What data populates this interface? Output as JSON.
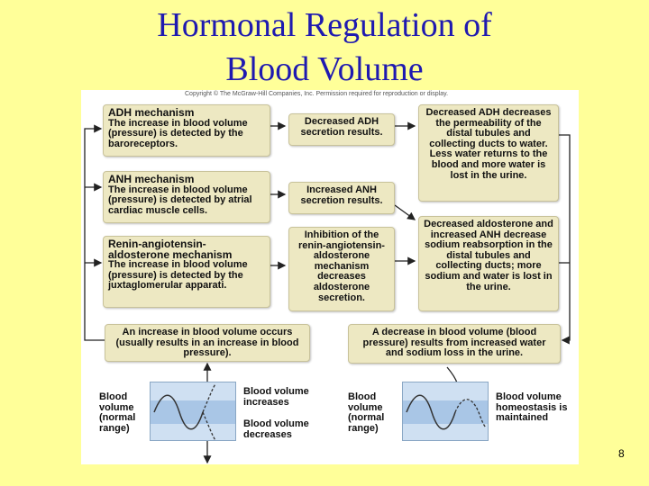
{
  "slide": {
    "title_line1": "Hormonal Regulation of",
    "title_line2": "Blood Volume",
    "page_number": "8"
  },
  "figure": {
    "copyright": "Copyright © The McGraw-Hill Companies, Inc. Permission required for reproduction or display.",
    "adh_box": {
      "heading": "ADH mechanism",
      "text": "The increase in blood volume (pressure) is detected by the baroreceptors."
    },
    "anh_box": {
      "heading": "ANH mechanism",
      "text": "The increase in blood volume (pressure) is detected by atrial cardiac muscle cells."
    },
    "renin_box": {
      "heading": "Renin-angiotensin-aldosterone mechanism",
      "text": "The increase in blood volume (pressure) is detected by the juxtaglomerular apparati."
    },
    "adh_result": "Decreased ADH secretion results.",
    "anh_result": "Increased ANH secretion results.",
    "renin_result": "Inhibition of the renin-angiotensin-aldosterone mechanism decreases aldosterone secretion.",
    "adh_effect": "Decreased ADH decreases the permeability of the distal tubules and collecting ducts to water. Less water returns to the blood and more water is lost in the urine.",
    "aldosterone_effect": "Decreased aldosterone and increased ANH decrease sodium reabsorption in the distal tubules and collecting ducts; more sodium and water is lost in the urine.",
    "increase_box": "An increase in blood volume occurs (usually results in an increase in blood pressure).",
    "decrease_box": "A decrease in blood volume (blood pressure) results from increased water and sodium loss in the urine.",
    "graph_left": {
      "axis_label": "Blood volume (normal range)",
      "up_label": "Blood volume increases",
      "down_label": "Blood volume decreases"
    },
    "graph_right": {
      "axis_label": "Blood volume (normal range)",
      "result_label": "Blood volume homeostasis is maintained"
    }
  },
  "colors": {
    "background": "#ffff99",
    "title": "#1f1ab0",
    "box_fill": "#ede8c2",
    "graph_fill": "#cfe0f2"
  }
}
